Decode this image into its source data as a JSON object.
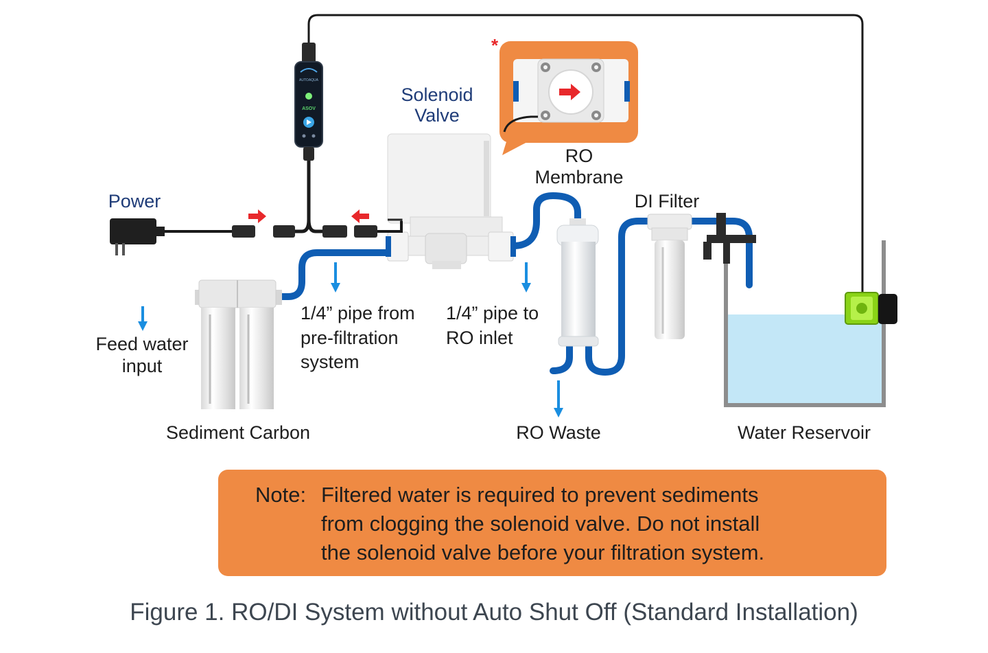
{
  "labels": {
    "solenoid_valve": [
      "Solenoid",
      "Valve"
    ],
    "power": "Power",
    "ro_membrane": [
      "RO",
      "Membrane"
    ],
    "di_filter": "DI Filter",
    "feed_water": [
      "Feed water",
      "input"
    ],
    "pipe_prefilter": [
      "1/4” pipe from",
      "pre-filtration",
      "system"
    ],
    "pipe_ro_inlet": [
      "1/4” pipe to",
      "RO inlet"
    ],
    "sediment_carbon": "Sediment Carbon",
    "ro_waste": "RO Waste",
    "water_reservoir": "Water Reservoir",
    "asterisk": "*"
  },
  "controller": {
    "brand": "AUTOAQUA",
    "model": "ASOV"
  },
  "note": {
    "prefix": "Note:",
    "lines": [
      "Filtered water is required to prevent sediments",
      "from clogging the solenoid valve. Do not install",
      "the solenoid valve before your filtration system."
    ]
  },
  "caption": "Figure 1. RO/DI System without Auto Shut Off (Standard Installation)",
  "colors": {
    "pipe": "#0f5db3",
    "arrow_blue": "#1a8ee0",
    "arrow_red": "#e8282b",
    "note_bg": "#ef8a43",
    "water": "#c3e7f7",
    "sensor": "#8ad317"
  }
}
